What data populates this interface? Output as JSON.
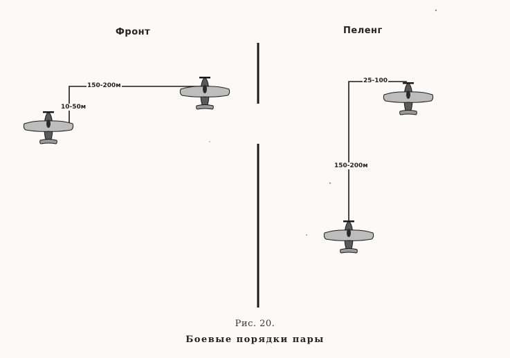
{
  "headings": {
    "front": "Фронт",
    "peleng": "Пеленг"
  },
  "front": {
    "spacing_label": "150-200м",
    "offset_label": "10-50м"
  },
  "peleng": {
    "spacing_label": "25-100",
    "distance_label": "150-200м"
  },
  "caption": {
    "number": "Рис. 20.",
    "title": "Боевые порядки пары"
  },
  "colors": {
    "ink": "#1f1f1f",
    "paper": "#fbfaf6"
  }
}
